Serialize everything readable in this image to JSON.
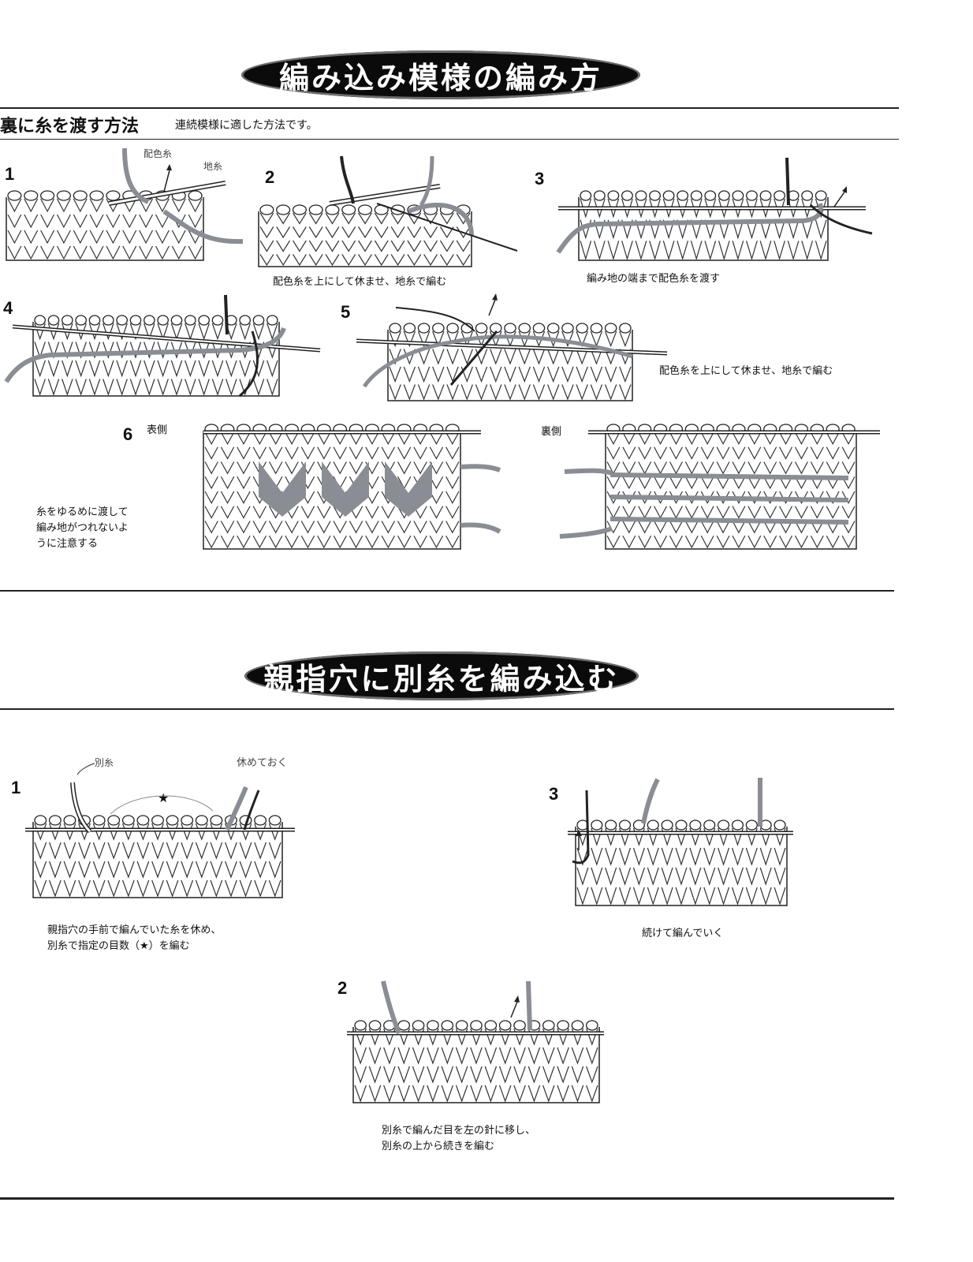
{
  "banners": {
    "top": "編み込み模様の編み方",
    "bottom": "親指穴に別糸を編み込む"
  },
  "section1": {
    "title": "裏に糸を渡す方法",
    "note": "連続模様に適した方法です。",
    "steps": [
      {
        "num": "1",
        "labels": [
          "配色糸",
          "地糸"
        ]
      },
      {
        "num": "2",
        "caption": "配色糸を上にして休ませ、地糸で編む"
      },
      {
        "num": "3",
        "caption": "編み地の端まで配色糸を渡す"
      },
      {
        "num": "4"
      },
      {
        "num": "5",
        "caption": "配色糸を上にして休ませ、地糸で編む"
      },
      {
        "num": "6",
        "front_label": "表側",
        "back_label": "裏側",
        "note_lines": [
          "糸をゆるめに渡して",
          "編み地がつれないよ",
          "うに注意する"
        ]
      }
    ]
  },
  "section2": {
    "steps": [
      {
        "num": "1",
        "labels": [
          "別糸",
          "休めておく",
          "★"
        ],
        "caption_lines": [
          "親指穴の手前で編んでいた糸を休め、",
          "別糸で指定の目数（★）を編む"
        ]
      },
      {
        "num": "2",
        "caption_lines": [
          "別糸で編んだ目を左の針に移し、",
          "別糸の上から続きを編む"
        ]
      },
      {
        "num": "3",
        "caption": "続けて編んでいく"
      }
    ]
  },
  "colors": {
    "banner": "#0b0b0b",
    "contrast_yarn": "#8a8d94",
    "outline": "#222222"
  }
}
